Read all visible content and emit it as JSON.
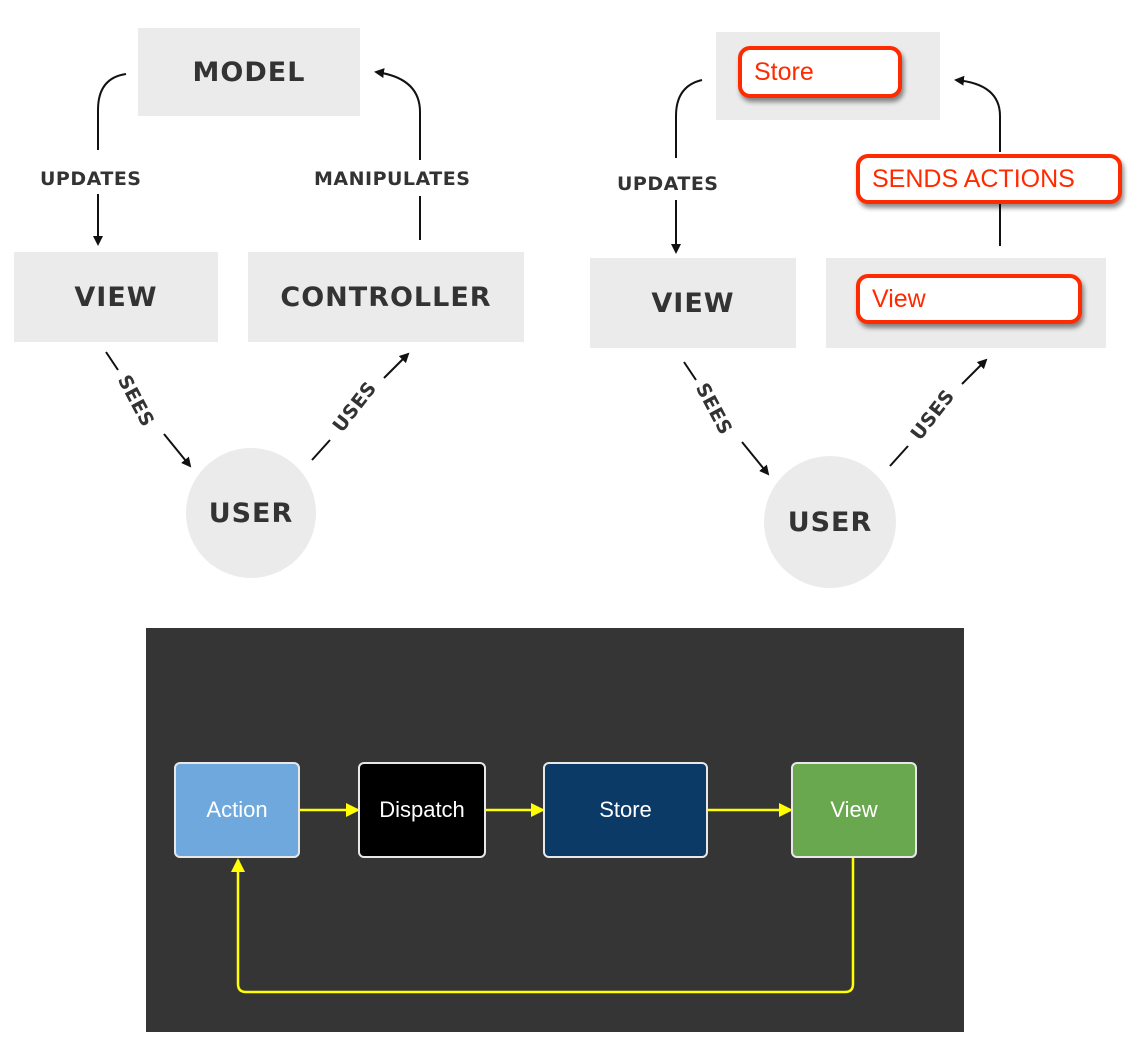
{
  "mvc": {
    "model": "MODEL",
    "view": "VIEW",
    "controller": "CONTROLLER",
    "user": "USER",
    "updates": "UPDATES",
    "manipulates": "MANIPULATES",
    "sees": "SEES",
    "uses": "USES"
  },
  "flux_variant": {
    "store": "Store",
    "view_box": "VIEW",
    "view_label": "View",
    "user": "USER",
    "updates": "UPDATES",
    "sends_actions": "SENDS ACTIONS",
    "sees": "SEES",
    "uses": "USES",
    "highlight_color": "#ff2a00"
  },
  "flux_flow": {
    "background_color": "#353535",
    "arrow_color": "#ffff00",
    "nodes": [
      {
        "label": "Action",
        "color": "#6fa8dc"
      },
      {
        "label": "Dispatch",
        "color": "#000000"
      },
      {
        "label": "Store",
        "color": "#0b3a66"
      },
      {
        "label": "View",
        "color": "#6aa84f"
      }
    ]
  }
}
